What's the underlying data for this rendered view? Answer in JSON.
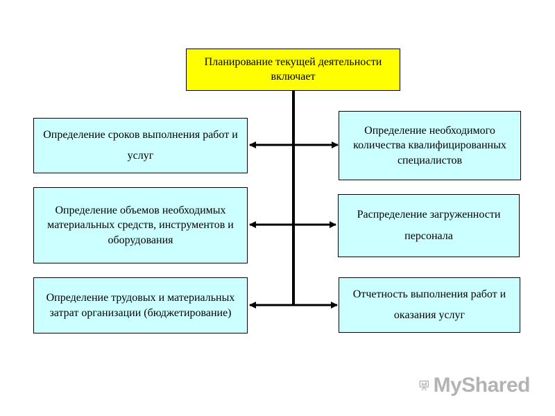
{
  "diagram": {
    "root": {
      "label": "Планирование текущей деятельности включает",
      "color": "#ffff00"
    },
    "left": [
      {
        "label": "Определение сроков выполнения работ и услуг"
      },
      {
        "label": "Определение объемов необходимых материальных средств, инструментов и оборудования"
      },
      {
        "label": "Определение трудовых и материальных затрат организации (бюджетирование)"
      }
    ],
    "right": [
      {
        "label": "Определение необходимого количества квалифицированных специалистов"
      },
      {
        "label": "Распределение загруженности персонала"
      },
      {
        "label": "Отчетность выполнения работ и оказания услуг"
      }
    ],
    "box_color": "#ccffff"
  },
  "watermark": {
    "text": "MyShared",
    "icon": "presentation-board-icon"
  }
}
